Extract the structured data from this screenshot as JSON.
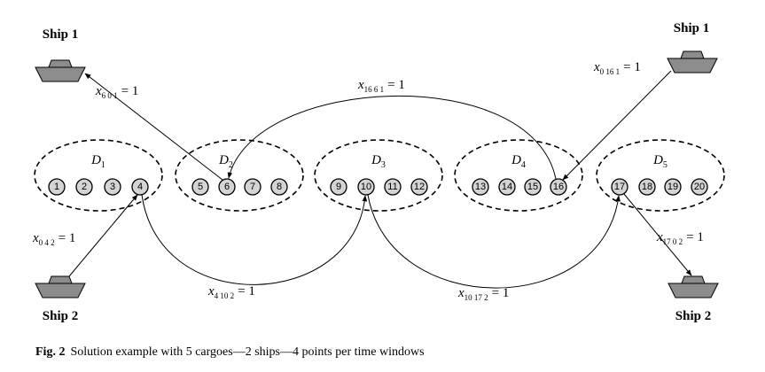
{
  "ships": [
    {
      "id": "ship1_left",
      "label": "Ship 1"
    },
    {
      "id": "ship1_right",
      "label": "Ship 1"
    },
    {
      "id": "ship2_left",
      "label": "Ship 2"
    },
    {
      "id": "ship2_right",
      "label": "Ship 2"
    }
  ],
  "groups": [
    {
      "letter": "D",
      "sub": "1",
      "nodes": [
        "1",
        "2",
        "3",
        "4"
      ]
    },
    {
      "letter": "D",
      "sub": "2",
      "nodes": [
        "5",
        "6",
        "7",
        "8"
      ]
    },
    {
      "letter": "D",
      "sub": "3",
      "nodes": [
        "9",
        "10",
        "11",
        "12"
      ]
    },
    {
      "letter": "D",
      "sub": "4",
      "nodes": [
        "13",
        "14",
        "15",
        "16"
      ]
    },
    {
      "letter": "D",
      "sub": "5",
      "nodes": [
        "17",
        "18",
        "19",
        "20"
      ]
    }
  ],
  "edges": [
    {
      "from": "6",
      "to": "ship1_left",
      "var": "x",
      "sub": "6 0 1",
      "value": "= 1"
    },
    {
      "from": "16",
      "to": "6",
      "var": "x",
      "sub": "16 6 1",
      "value": "= 1"
    },
    {
      "from": "ship1_right",
      "to": "16",
      "var": "x",
      "sub": "0 16 1",
      "value": "= 1"
    },
    {
      "from": "ship2_left",
      "to": "4",
      "var": "x",
      "sub": "0 4 2",
      "value": "= 1"
    },
    {
      "from": "4",
      "to": "10",
      "var": "x",
      "sub": "4 10 2",
      "value": "= 1"
    },
    {
      "from": "10",
      "to": "17",
      "var": "x",
      "sub": "10 17 2",
      "value": "= 1"
    },
    {
      "from": "17",
      "to": "ship2_right",
      "var": "x",
      "sub": "17 0 2",
      "value": "= 1"
    }
  ],
  "caption": {
    "fig": "Fig. 2",
    "text": "Solution example with 5 cargoes—2 ships—4 points per time windows"
  }
}
